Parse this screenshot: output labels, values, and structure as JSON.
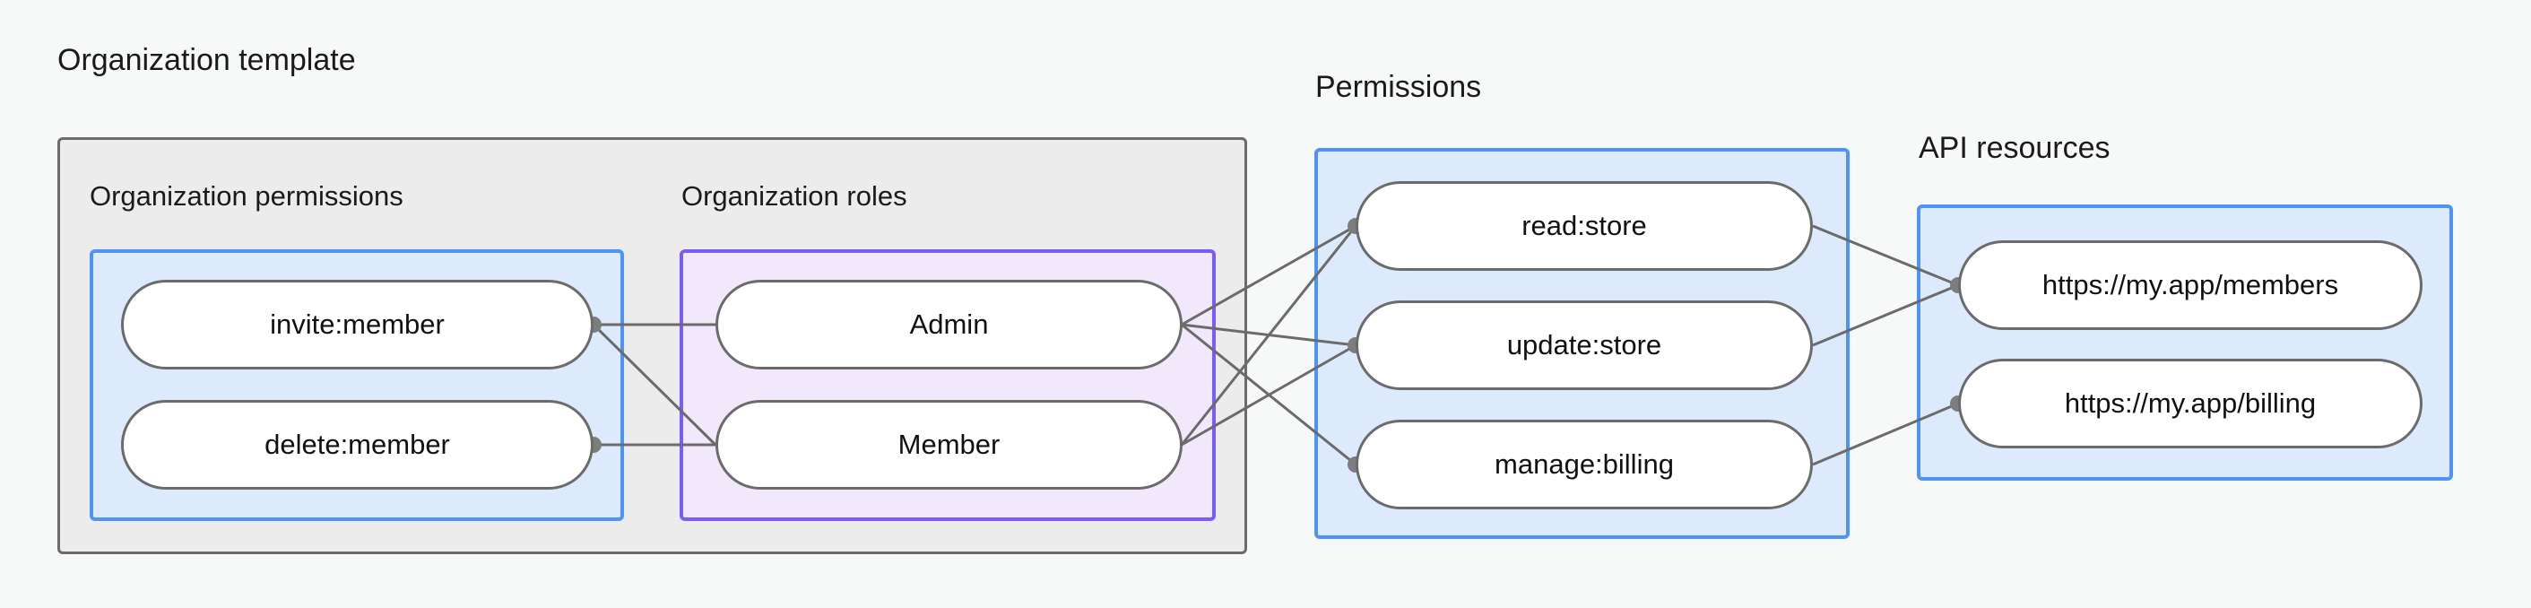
{
  "diagram": {
    "title_labels": {
      "organization_template": "Organization template",
      "permissions": "Permissions",
      "api_resources": "API resources"
    },
    "sub_labels": {
      "organization_permissions": "Organization permissions",
      "organization_roles": "Organization roles"
    },
    "colors": {
      "background": "#f7f8f8",
      "outer_container_bg": "#ececec",
      "outer_container_border": "#6b6b6b",
      "blue_container_bg": "#ddeafb",
      "blue_container_border": "#4e93f7",
      "purple_container_bg": "#f1e9fb",
      "purple_container_border": "#7b5cfa",
      "pill_bg": "#ffffff",
      "pill_border": "#6b6b6b",
      "edge_stroke": "#6b6b6b",
      "edge_dot": "#7d7d7d",
      "text": "#1a1a1a"
    },
    "nodes": {
      "organization_permissions": [
        {
          "id": "invite-member",
          "label": "invite:member"
        },
        {
          "id": "delete-member",
          "label": "delete:member"
        }
      ],
      "organization_roles": [
        {
          "id": "admin",
          "label": "Admin"
        },
        {
          "id": "member",
          "label": "Member"
        }
      ],
      "permissions": [
        {
          "id": "read-store",
          "label": "read:store"
        },
        {
          "id": "update-store",
          "label": "update:store"
        },
        {
          "id": "manage-billing",
          "label": "manage:billing"
        }
      ],
      "api_resources": [
        {
          "id": "members-url",
          "label": "https://my.app/members"
        },
        {
          "id": "billing-url",
          "label": "https://my.app/billing"
        }
      ]
    },
    "edges": [
      {
        "from": "invite-member",
        "to": "admin"
      },
      {
        "from": "invite-member",
        "to": "member"
      },
      {
        "from": "delete-member",
        "to": "member"
      },
      {
        "from": "admin",
        "to": "read-store"
      },
      {
        "from": "admin",
        "to": "update-store"
      },
      {
        "from": "admin",
        "to": "manage-billing"
      },
      {
        "from": "member",
        "to": "read-store"
      },
      {
        "from": "member",
        "to": "update-store"
      },
      {
        "from": "read-store",
        "to": "members-url"
      },
      {
        "from": "update-store",
        "to": "members-url"
      },
      {
        "from": "manage-billing",
        "to": "billing-url"
      }
    ]
  }
}
